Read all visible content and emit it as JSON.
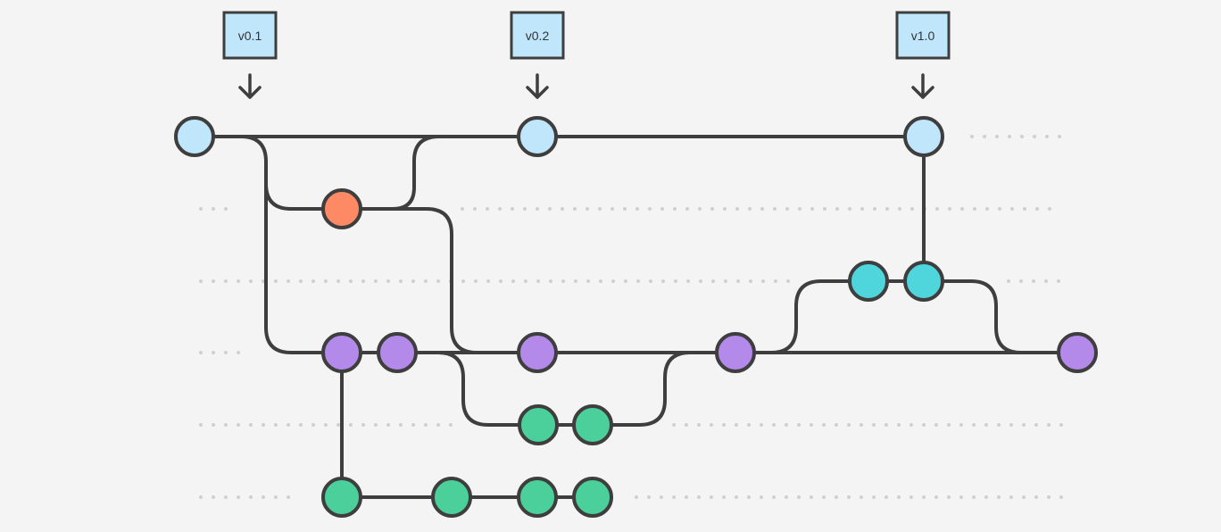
{
  "colors": {
    "background": "#f4f4f4",
    "line": "#3e3e3e",
    "dots": "#cfcfcf",
    "tag_fill": "#bfe6fb",
    "master_node": "#bfe6fb",
    "hotfix_node": "#fd8a64",
    "release_node": "#4fd5dc",
    "develop_node": "#b38aea",
    "feature_node": "#4cd09b"
  },
  "tags": [
    {
      "id": "tag-v01",
      "label": "v0.1"
    },
    {
      "id": "tag-v02",
      "label": "v0.2"
    },
    {
      "id": "tag-v10",
      "label": "v1.0"
    }
  ],
  "icons": {
    "tag_arrow": "arrow-down-icon"
  }
}
